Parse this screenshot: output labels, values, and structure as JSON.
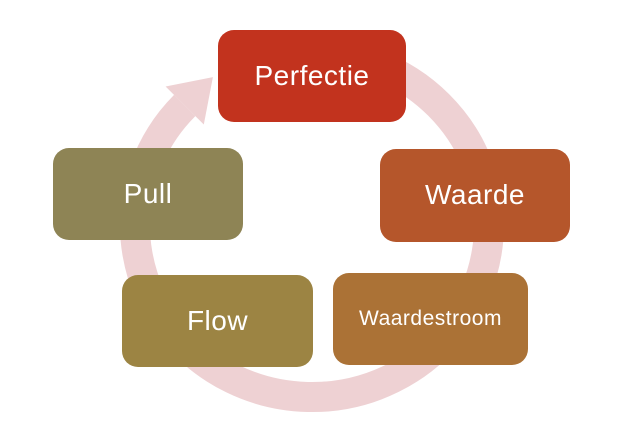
{
  "diagram": {
    "type": "cycle",
    "direction": "clockwise",
    "arrow": {
      "name": "cycle-arrow",
      "color": "#EED1D3"
    },
    "nodes": [
      {
        "id": "perfectie",
        "label": "Perfectie",
        "color": "#C2331E"
      },
      {
        "id": "waarde",
        "label": "Waarde",
        "color": "#B5562B"
      },
      {
        "id": "waardestroom",
        "label": "Waardestroom",
        "color": "#AB7236"
      },
      {
        "id": "flow",
        "label": "Flow",
        "color": "#9C8443"
      },
      {
        "id": "pull",
        "label": "Pull",
        "color": "#8E8455"
      }
    ],
    "text_color": "#FFFFFF",
    "background_color": "#FFFFFF"
  }
}
